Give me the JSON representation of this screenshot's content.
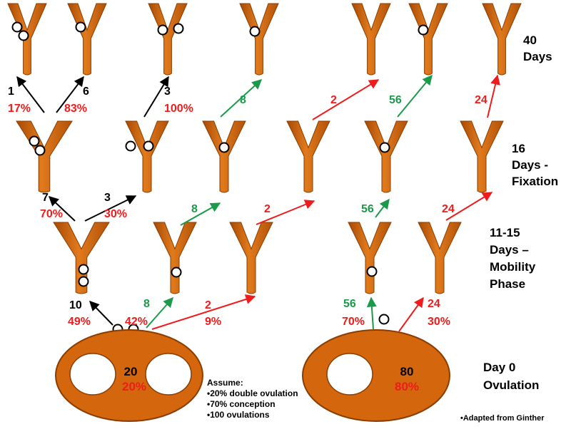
{
  "colors": {
    "uterus": "#d4660e",
    "uterus_edge": "#8a3d00",
    "black": "#000000",
    "red": "#ee1c1c",
    "green": "#1a9a4a"
  },
  "stages": {
    "day40": {
      "line1": "40",
      "line2": "Days"
    },
    "day16": {
      "line1": "16",
      "line2": "Days -",
      "line3": "Fixation"
    },
    "day11": {
      "line1": "11-15",
      "line2": "Days –",
      "line3": "Mobility",
      "line4": "Phase"
    },
    "day0": {
      "line1": "Day 0",
      "line2": "Ovulation"
    }
  },
  "ovaries": {
    "left": {
      "count": "20",
      "percent": "20%"
    },
    "right": {
      "count": "80",
      "percent": "80%"
    }
  },
  "assume": {
    "title": "Assume:",
    "line1": "•20% double ovulation",
    "line2": "•70% conception",
    "line3": "•100 ovulations"
  },
  "credit": "•Adapted from Ginther",
  "labels": {
    "l_d0_a_n": "10",
    "l_d0_a_p": "49%",
    "l_d0_b_p": "42%",
    "l_d0_c_n": "8",
    "l_d0_d_n": "2",
    "l_d0_d_p": "9%",
    "l_d0_e_n": "56",
    "l_d0_e_p": "70%",
    "l_d0_f_n": "24",
    "l_d0_f_p": "30%",
    "l_m_a_n": "7",
    "l_m_a_p": "70%",
    "l_m_b_n": "3",
    "l_m_b_p": "30%",
    "l_m_c_n": "8",
    "l_m_d_n": "2",
    "l_m_e_n": "56",
    "l_m_f_n": "24",
    "l_f_a_n": "1",
    "l_f_a_p": "17%",
    "l_f_b_n": "6",
    "l_f_b_p": "83%",
    "l_f_c_n": "3",
    "l_f_c_p": "100%",
    "l_f_d_n": "8",
    "l_f_e_n": "2",
    "l_f_f_n": "56",
    "l_f_g_n": "24"
  }
}
